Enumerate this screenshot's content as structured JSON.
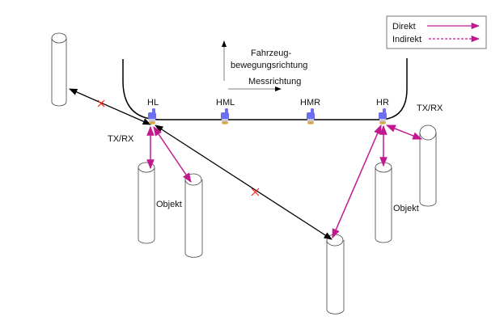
{
  "legend": {
    "items": [
      {
        "label": "Direkt",
        "style": "solid",
        "color": "#c2188f"
      },
      {
        "label": "Indirekt",
        "style": "dashed",
        "color": "#c2188f"
      }
    ]
  },
  "direction_labels": {
    "vehicle_motion_line1": "Fahrzeug-",
    "vehicle_motion_line2": "bewegungsrichtung",
    "measurement": "Messrichtung"
  },
  "sensors": [
    {
      "id": "HL",
      "label": "HL"
    },
    {
      "id": "HML",
      "label": "HML"
    },
    {
      "id": "HMR",
      "label": "HMR"
    },
    {
      "id": "HR",
      "label": "HR"
    }
  ],
  "labels": {
    "txrx_left": "TX/RX",
    "txrx_right": "TX/RX",
    "object_left": "Objekt",
    "object_right": "Objekt"
  },
  "colors": {
    "direct": "#c2188f",
    "blocked_path": "#000000",
    "blocked_marker": "#ff2020",
    "sensor_body": "#6b6ff0",
    "sensor_lens": "#d9a640"
  }
}
